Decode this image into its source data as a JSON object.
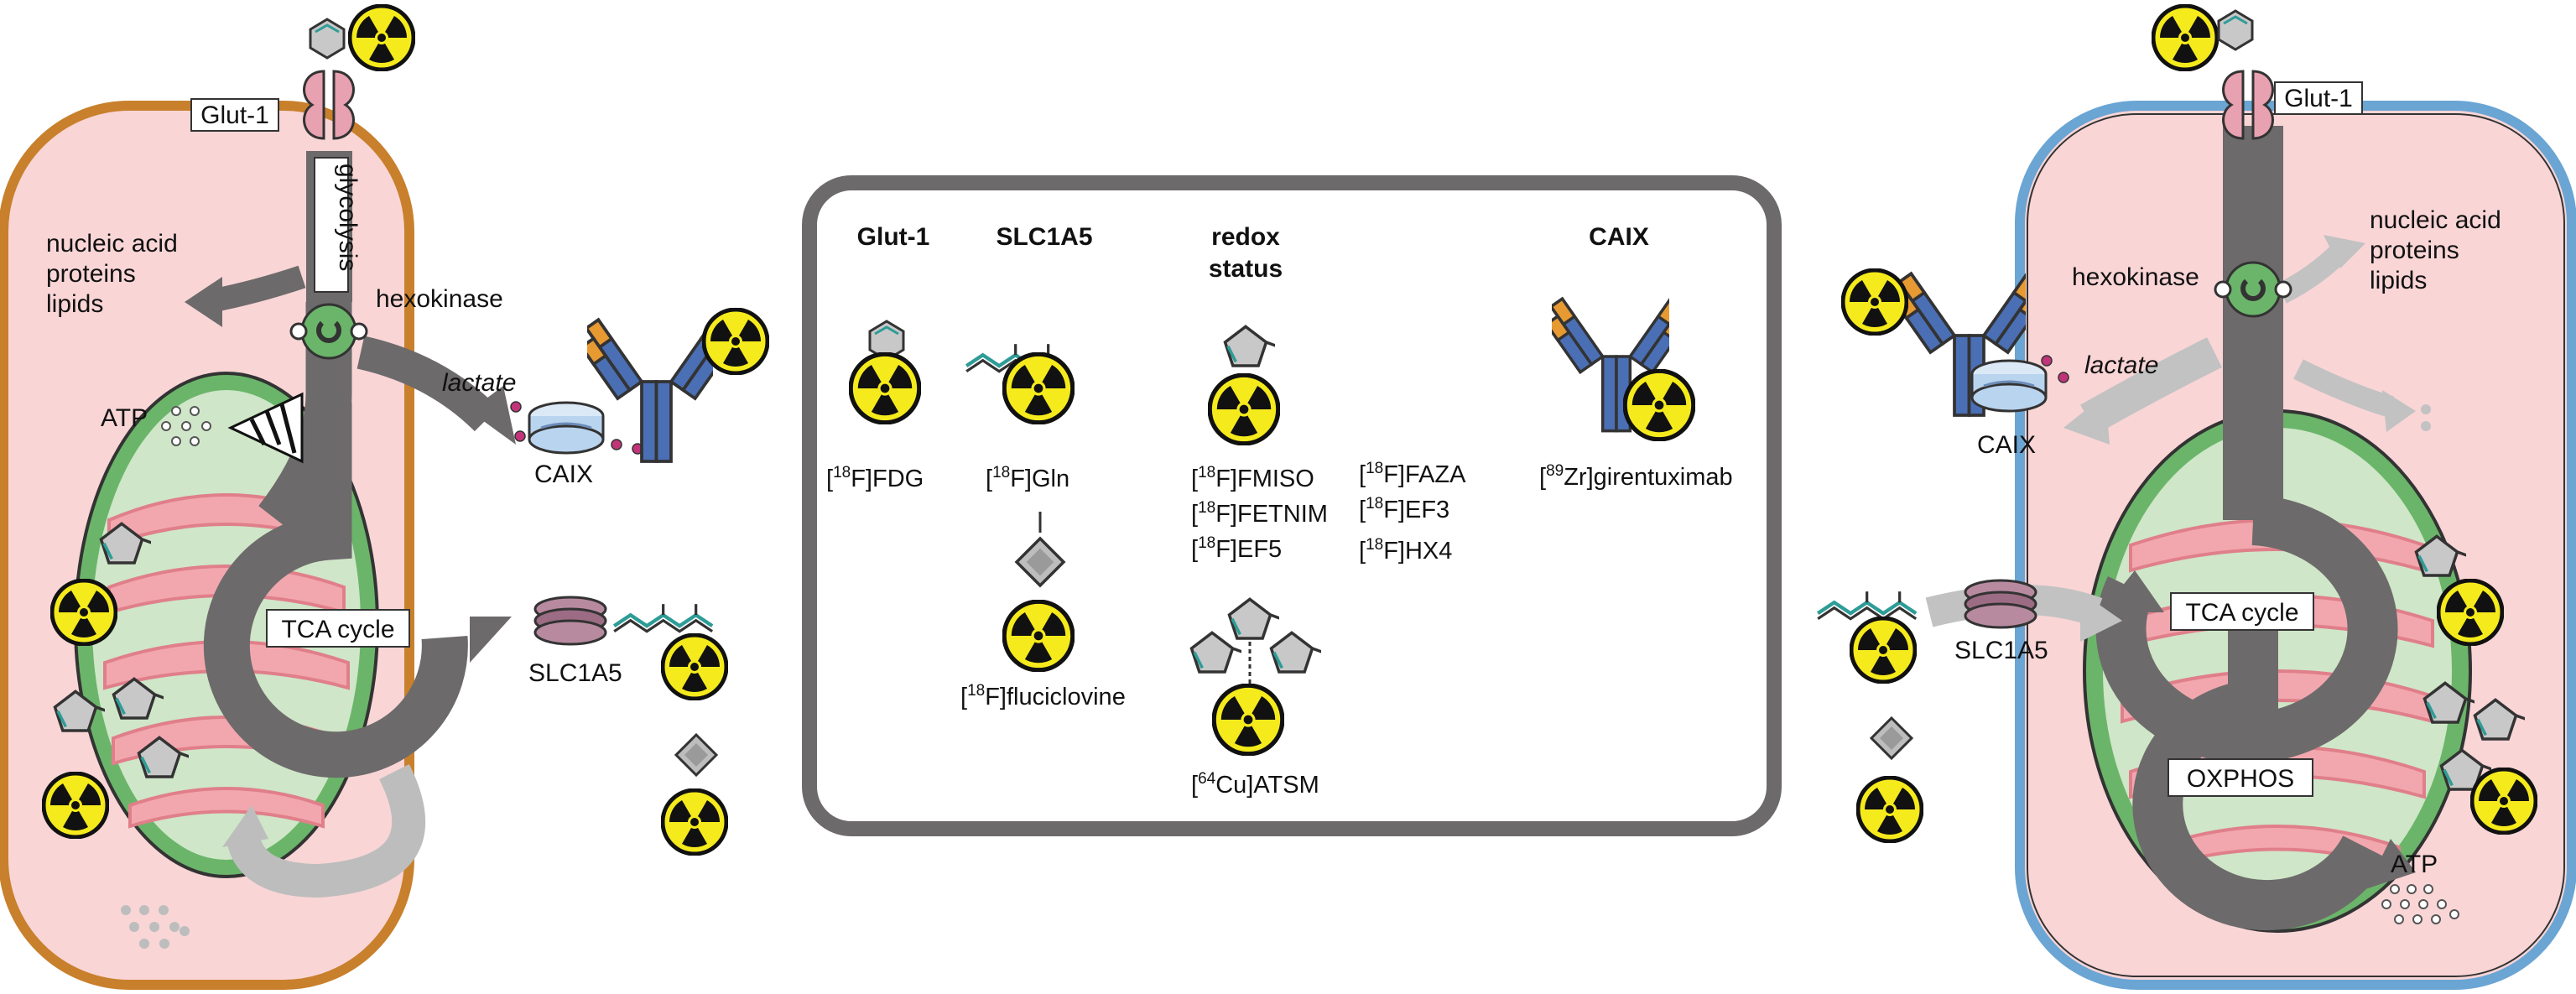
{
  "left_cell": {
    "glut1": "Glut-1",
    "glycolysis": "glycolysis",
    "biosynthesis": [
      "nucleic acid",
      "proteins",
      "lipids"
    ],
    "hexokinase": "hexokinase",
    "lactate": "lactate",
    "atp": "ATP",
    "caix": "CAIX",
    "tca": "TCA cycle",
    "slc1a5": "SLC1A5"
  },
  "right_cell": {
    "glut1": "Glut-1",
    "biosynthesis": [
      "nucleic acid",
      "proteins",
      "lipids"
    ],
    "hexokinase": "hexokinase",
    "lactate": "lactate",
    "caix": "CAIX",
    "tca": "TCA cycle",
    "slc1a5": "SLC1A5",
    "oxphos": "OXPHOS",
    "atp": "ATP"
  },
  "legend": {
    "headers": {
      "glut1": "Glut-1",
      "slc1a5": "SLC1A5",
      "redox_line1": "redox",
      "redox_line2": "status",
      "caix": "CAIX"
    },
    "tracers": {
      "fdg": {
        "sup": "18",
        "pre": "[",
        "post": "F]FDG"
      },
      "gln": {
        "sup": "18",
        "pre": "[",
        "post": "F]Gln"
      },
      "fluciclovine": {
        "sup": "18",
        "pre": "[",
        "post": "F]fluciclovine"
      },
      "fmiso": {
        "sup": "18",
        "pre": "[",
        "post": "F]FMISO"
      },
      "fetnim": {
        "sup": "18",
        "pre": "[",
        "post": "F]FETNIM"
      },
      "ef5": {
        "sup": "18",
        "pre": "[",
        "post": "F]EF5"
      },
      "faza": {
        "sup": "18",
        "pre": "[",
        "post": "F]FAZA"
      },
      "ef3": {
        "sup": "18",
        "pre": "[",
        "post": "F]EF3"
      },
      "hx4": {
        "sup": "18",
        "pre": "[",
        "post": "F]HX4"
      },
      "atsm": {
        "sup": "64",
        "pre": "[",
        "post": "Cu]ATSM"
      },
      "girentuximab": {
        "sup": "89",
        "pre": "[",
        "post": "Zr]girentuximab"
      }
    }
  },
  "colors": {
    "cytoplasm": "#f9d5d6",
    "left_membrane": "#c8802c",
    "right_membrane": "#6aa5d4",
    "mitochondrion": "#6bb56a",
    "mito_inner": "#cfe6c8",
    "cristae": "#f2a7ae",
    "pathway_arrow": "#6d6a6b",
    "inactive_arrow": "#c2c2c2",
    "radio_yellow": "#f5ea1c",
    "antibody_blue": "#4a6fb5",
    "antibody_orange": "#e79a32"
  }
}
